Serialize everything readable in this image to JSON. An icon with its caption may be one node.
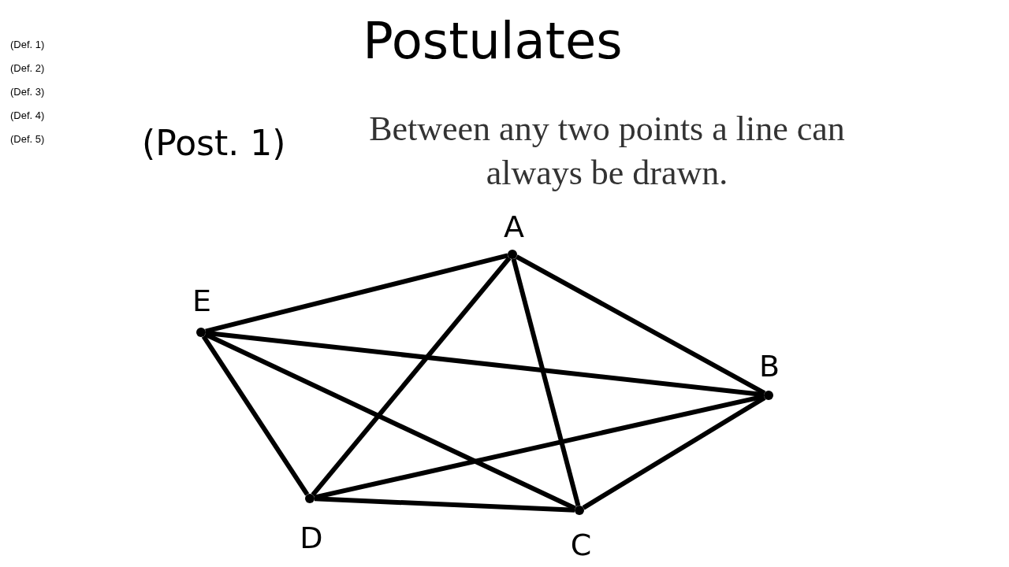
{
  "diagram": {
    "title": "Postulates",
    "nodes": [
      {
        "text": [],
        "shape": "circle",
        "beside": [
          "A"
        ]
      },
      {
        "text": [],
        "shape": "circle",
        "beside": [
          "B"
        ]
      },
      {
        "text": [],
        "shape": "circle",
        "beside": [
          "C"
        ]
      },
      {
        "text": [],
        "shape": "circle",
        "beside": [
          "D"
        ]
      },
      {
        "text": [],
        "shape": "circle",
        "beside": [
          "E"
        ]
      }
    ],
    "edges": [
      {
        "from": 4,
        "to": 0,
        "arrow": "none"
      },
      {
        "from": 0,
        "to": 1,
        "arrow": "none"
      },
      {
        "from": 0,
        "to": 3,
        "arrow": "none"
      },
      {
        "from": 0,
        "to": 2,
        "arrow": "none"
      },
      {
        "from": 4,
        "to": 1,
        "arrow": "none"
      },
      {
        "from": 4,
        "to": 3,
        "arrow": "none"
      },
      {
        "from": 4,
        "to": 2,
        "arrow": "none"
      },
      {
        "from": 3,
        "to": 1,
        "arrow": "none"
      },
      {
        "from": 3,
        "to": 2,
        "arrow": "none"
      },
      {
        "from": 2,
        "to": 1,
        "arrow": "none"
      }
    ],
    "labels": [
      "(Def. 1)",
      "(Def. 2)",
      "(Def. 3)",
      "(Def. 4)",
      "(Def. 5)",
      "(Post. 1)",
      "Between any two points a line can always be drawn."
    ]
  }
}
